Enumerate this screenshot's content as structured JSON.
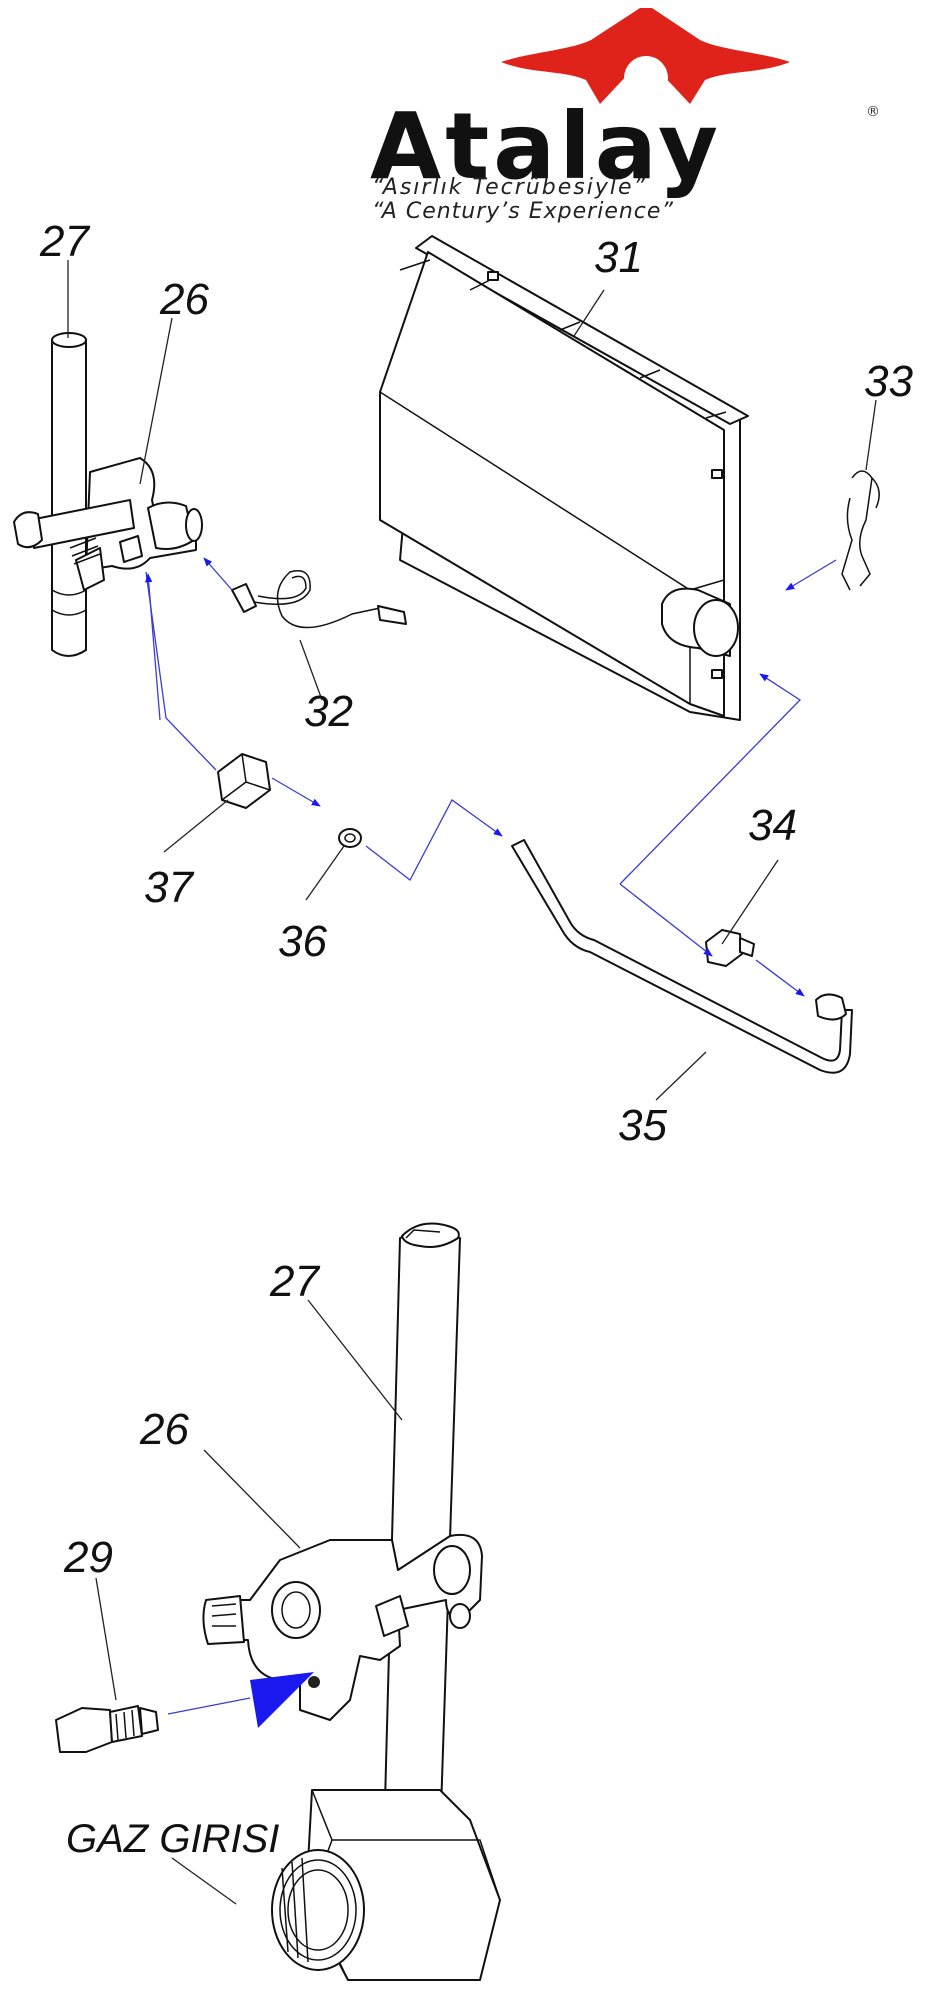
{
  "brand": {
    "name": "Atalay",
    "registered_mark": "®",
    "tagline_tr": "“Asırlık Tecrübesiyle”",
    "tagline_en": "“A Century’s Experience”",
    "logo_color": "#e0231a",
    "text_color": "#111111"
  },
  "colors": {
    "flow_line": "#3b3bd6",
    "arrow": "#1a1af0",
    "outline": "#111111"
  },
  "labels": {
    "p27_top": "27",
    "p26_top": "26",
    "p31": "31",
    "p33": "33",
    "p32": "32",
    "p37": "37",
    "p36": "36",
    "p34": "34",
    "p35": "35",
    "p27_bottom": "27",
    "p26_bottom": "26",
    "p29": "29",
    "gas_inlet": "GAZ GIRISI"
  }
}
